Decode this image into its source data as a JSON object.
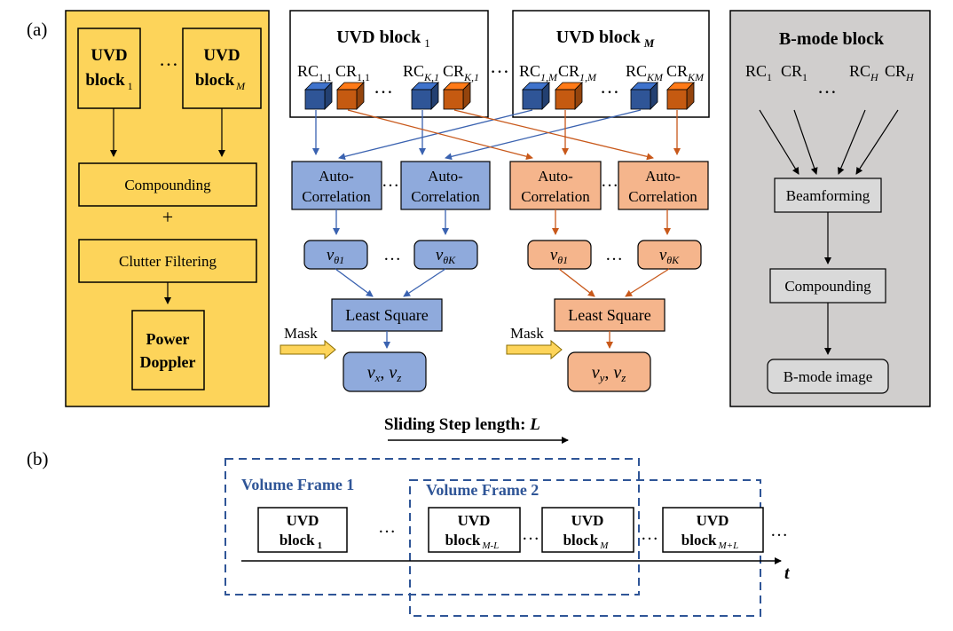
{
  "panel_labels": {
    "a": "(a)",
    "b": "(b)"
  },
  "colors": {
    "power_doppler_bg": "#fdd45a",
    "bmode_bg": "#d0cecd",
    "blue_box": "#8faadc",
    "blue_arrow": "#3a62b0",
    "orange_box": "#f5b58c",
    "orange_arrow": "#c8581a",
    "blue_cube": "#2f5597",
    "orange_cube": "#c55a11",
    "gray_cube": "#44546a",
    "dashed": "#2f5597"
  },
  "power_doppler": {
    "uvd_block_word": "UVD",
    "block_word": "block",
    "sub_first": "1",
    "sub_last": "M",
    "ellipsis": "…",
    "compounding": "Compounding",
    "plus": "+",
    "clutter_filtering": "Clutter Filtering",
    "power_doppler_line1": "Power",
    "power_doppler_line2": "Doppler"
  },
  "uvd_blocks": {
    "title_text": "UVD block",
    "first_sub": "1",
    "last_sub": "M",
    "rc": "RC",
    "cr": "CR",
    "subs": [
      "1,1",
      "1,1",
      "K,1",
      "K,1",
      "1,M",
      "1,M",
      "KM",
      "KM"
    ],
    "ellipsis": "…"
  },
  "velocity": {
    "auto_line1": "Auto-",
    "auto_line2": "Correlation",
    "v": "v",
    "theta1": "θ1",
    "thetaK": "θK",
    "ellipsis": "…",
    "least_square": "Least Square",
    "mask": "Mask",
    "vxvz_x": "x",
    "vxvz_z": "z",
    "vyvz_y": "y",
    "sep": ", "
  },
  "bmode": {
    "title": "B-mode block",
    "rc": "RC",
    "cr": "CR",
    "sub1": "1",
    "subH": "H",
    "ellipsis": "…",
    "beamforming": "Beamforming",
    "compounding": "Compounding",
    "bmode_image": "B-mode image"
  },
  "timeline": {
    "sliding_label": "Sliding Step length: ",
    "sliding_var": "L",
    "volume_frame_1": "Volume Frame 1",
    "volume_frame_2": "Volume Frame 2",
    "uvd": "UVD",
    "block": "block",
    "sub_1": "1",
    "sub_ML": "M-L",
    "sub_M": "M",
    "sub_MpL": "M+L",
    "ellipsis": "…",
    "axis": "t"
  }
}
